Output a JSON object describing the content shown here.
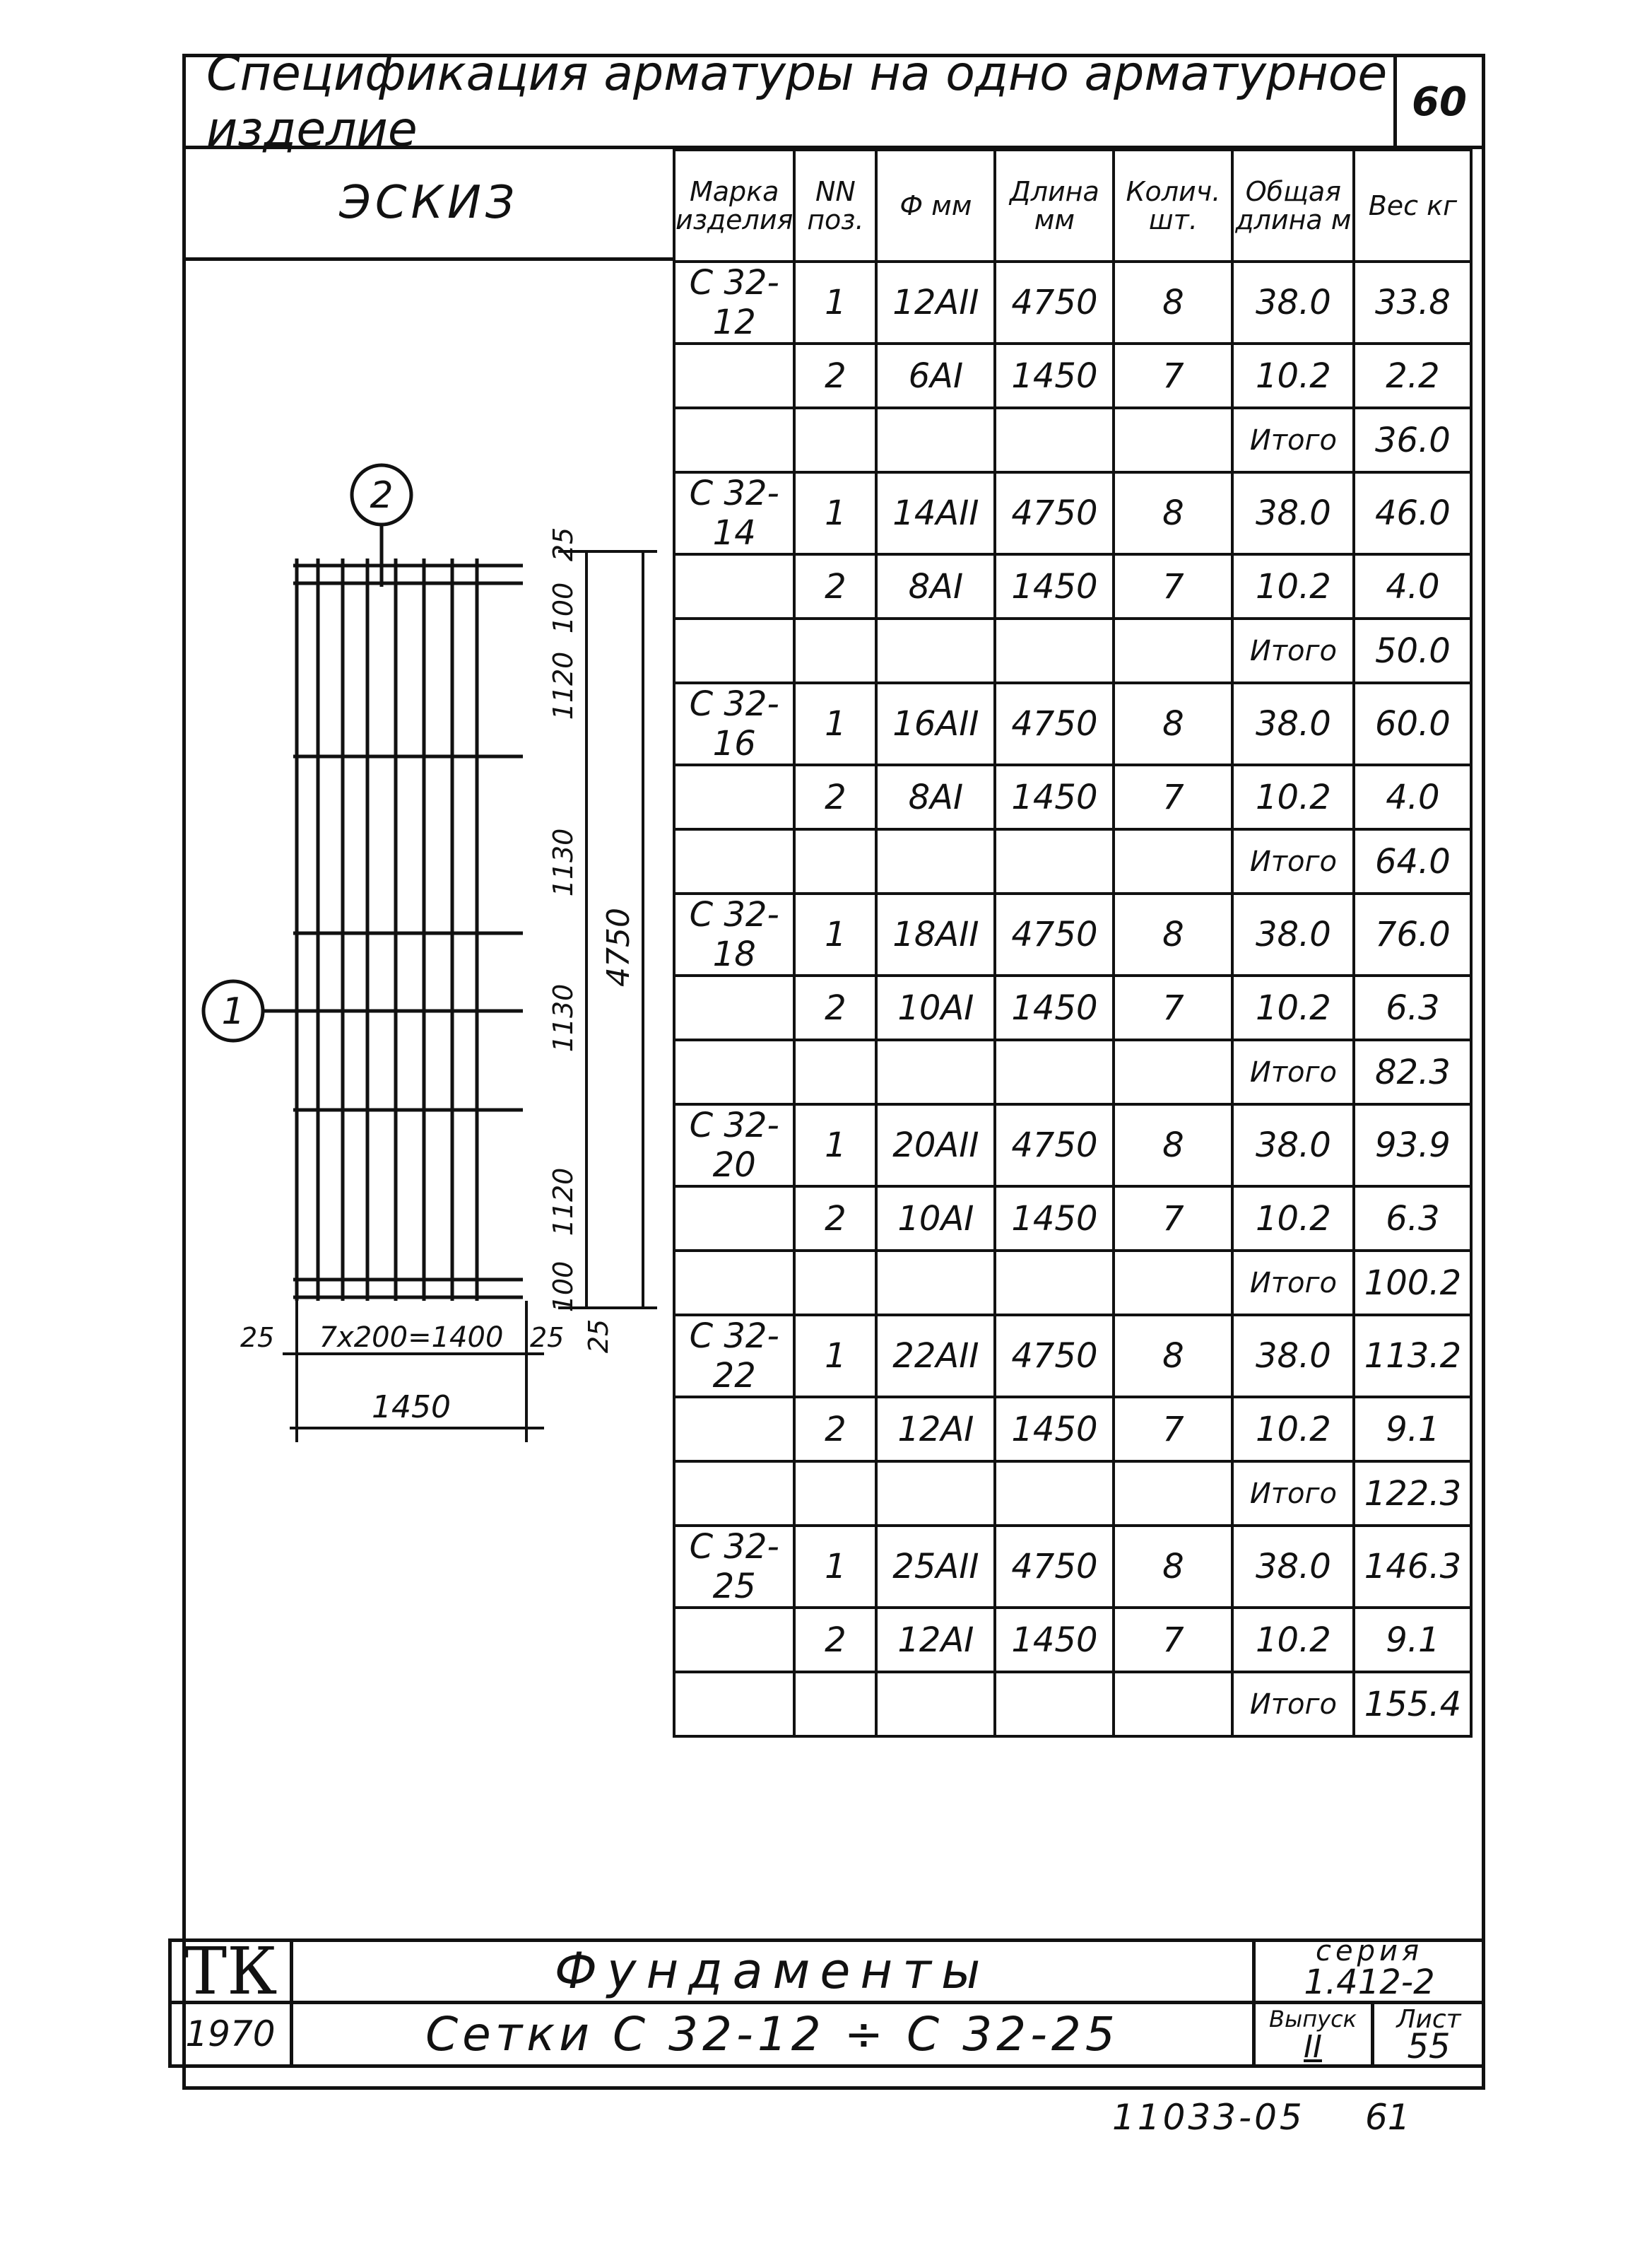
{
  "header": {
    "title": "Спецификация арматуры на одно арматурное изделие",
    "number": "60"
  },
  "sketch": {
    "label": "ЭСКИЗ",
    "marker_1": "1",
    "marker_2": "2",
    "dims_vertical": [
      "25",
      "100",
      "1120",
      "1130",
      "1130",
      "1120",
      "100",
      "25"
    ],
    "dim_total_height": "4750",
    "dim_bottom_inner": "7x200=1400",
    "dim_bottom_left": "25",
    "dim_bottom_right": "25",
    "dim_total_width": "1450"
  },
  "spec_table": {
    "headers": [
      "Марка изделия",
      "NN поз.",
      "Ф мм",
      "Длина мм",
      "Колич. шт.",
      "Общая длина м",
      "Вес кг"
    ],
    "rows": [
      [
        "С 32-12",
        "1",
        "12АII",
        "4750",
        "8",
        "38.0",
        "33.8"
      ],
      [
        "",
        "2",
        "6АI",
        "1450",
        "7",
        "10.2",
        "2.2"
      ],
      [
        "",
        "",
        "",
        "",
        "",
        "Итого",
        "36.0"
      ],
      [
        "С 32-14",
        "1",
        "14АII",
        "4750",
        "8",
        "38.0",
        "46.0"
      ],
      [
        "",
        "2",
        "8АI",
        "1450",
        "7",
        "10.2",
        "4.0"
      ],
      [
        "",
        "",
        "",
        "",
        "",
        "Итого",
        "50.0"
      ],
      [
        "С 32-16",
        "1",
        "16АII",
        "4750",
        "8",
        "38.0",
        "60.0"
      ],
      [
        "",
        "2",
        "8АI",
        "1450",
        "7",
        "10.2",
        "4.0"
      ],
      [
        "",
        "",
        "",
        "",
        "",
        "Итого",
        "64.0"
      ],
      [
        "С 32-18",
        "1",
        "18АII",
        "4750",
        "8",
        "38.0",
        "76.0"
      ],
      [
        "",
        "2",
        "10АI",
        "1450",
        "7",
        "10.2",
        "6.3"
      ],
      [
        "",
        "",
        "",
        "",
        "",
        "Итого",
        "82.3"
      ],
      [
        "С 32-20",
        "1",
        "20АII",
        "4750",
        "8",
        "38.0",
        "93.9"
      ],
      [
        "",
        "2",
        "10АI",
        "1450",
        "7",
        "10.2",
        "6.3"
      ],
      [
        "",
        "",
        "",
        "",
        "",
        "Итого",
        "100.2"
      ],
      [
        "С 32-22",
        "1",
        "22АII",
        "4750",
        "8",
        "38.0",
        "113.2"
      ],
      [
        "",
        "2",
        "12АI",
        "1450",
        "7",
        "10.2",
        "9.1"
      ],
      [
        "",
        "",
        "",
        "",
        "",
        "Итого",
        "122.3"
      ],
      [
        "С 32-25",
        "1",
        "25АII",
        "4750",
        "8",
        "38.0",
        "146.3"
      ],
      [
        "",
        "2",
        "12АI",
        "1450",
        "7",
        "10.2",
        "9.1"
      ],
      [
        "",
        "",
        "",
        "",
        "",
        "Итого",
        "155.4"
      ]
    ]
  },
  "title_block": {
    "org": "ТК",
    "year": "1970",
    "title": "Фундаменты",
    "subtitle": "Сетки С 32-12 ÷ С 32-25",
    "series_label": "серия",
    "series_value": "1.412-2",
    "issue_label": "Выпуск",
    "issue_value": "II",
    "sheet_label": "Лист",
    "sheet_value": "55"
  },
  "footer": {
    "code": "11033-05",
    "page": "61"
  }
}
